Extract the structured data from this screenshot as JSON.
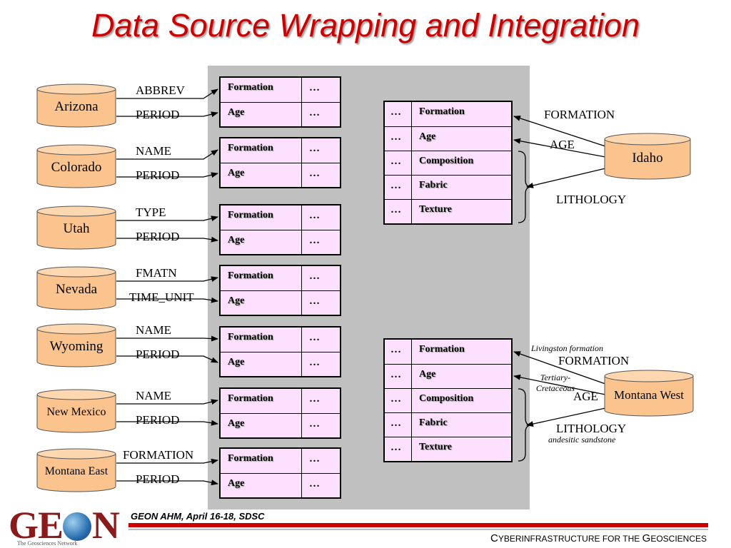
{
  "title": "Data Source Wrapping and Integration",
  "sources": [
    {
      "name": "Arizona",
      "field1": "ABBREV",
      "field2": "PERIOD"
    },
    {
      "name": "Colorado",
      "field1": "NAME",
      "field2": "PERIOD"
    },
    {
      "name": "Utah",
      "field1": "TYPE",
      "field2": "PERIOD"
    },
    {
      "name": "Nevada",
      "field1": "FMATN",
      "field2": "TIME_UNIT"
    },
    {
      "name": "Wyoming",
      "field1": "NAME",
      "field2": "PERIOD"
    },
    {
      "name": "New Mexico",
      "field1": "NAME",
      "field2": "PERIOD"
    },
    {
      "name": "Montana East",
      "field1": "FORMATION",
      "field2": "PERIOD"
    }
  ],
  "wrapper": {
    "attr1": "Formation",
    "attr2": "Age",
    "ellipsis": "…"
  },
  "global_schema": {
    "ellipsis": "…",
    "attributes": [
      "Formation",
      "Age",
      "Composition",
      "Fabric",
      "Texture"
    ]
  },
  "idaho": {
    "name": "Idaho",
    "formation": "FORMATION",
    "age": "AGE",
    "lithology": "LITHOLOGY"
  },
  "montana_west": {
    "name": "Montana West",
    "formation": "FORMATION",
    "age": "AGE",
    "lithology": "LITHOLOGY",
    "formation_example": "Livingston formation",
    "age_example": "Tertiary-Cretaceous",
    "lithology_example": "andesitic sandstone"
  },
  "footer": {
    "logo_text": "GEON",
    "logo_tagline": "The Geosciences Network",
    "event": "GEON AHM, April 16-18, SDSC",
    "cap1": "C",
    "rest1": "YBERINFRASTRUCTURE FOR THE ",
    "cap2": "G",
    "rest2": "EOSCIENCES"
  }
}
